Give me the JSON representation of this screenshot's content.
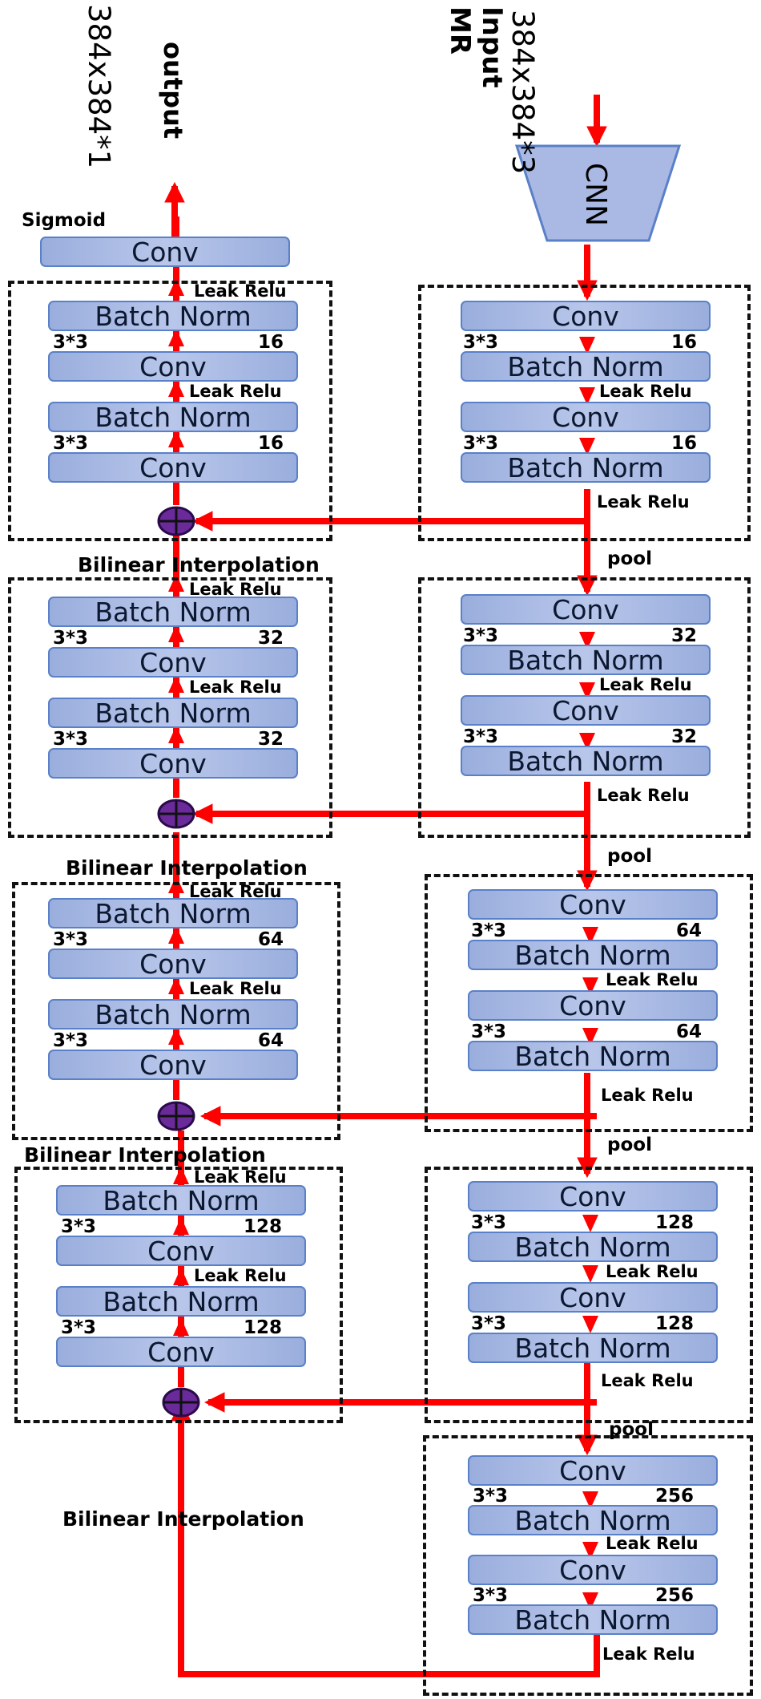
{
  "input": {
    "label_line1": "Input",
    "label_line2": "MR",
    "size": "384x384*3"
  },
  "output": {
    "label": "output",
    "size": "384x384*1"
  },
  "cnn_label": "CNN",
  "labels": {
    "conv": "Conv",
    "batch_norm": "Batch Norm",
    "leak_relu": "Leak Relu",
    "pool": "pool",
    "kernel": "3*3",
    "sigmoid": "Sigmoid",
    "bilinear": "Bilinear Interpolation"
  },
  "encoder_channels": [
    "16",
    "32",
    "64",
    "128",
    "256"
  ],
  "decoder_channels": [
    "16",
    "32",
    "64",
    "128"
  ],
  "colors": {
    "arrow": "#ff0000",
    "block_fill": "#a9b9e4",
    "block_border": "#5a80c8",
    "merge_node": "#6a2a9a"
  }
}
